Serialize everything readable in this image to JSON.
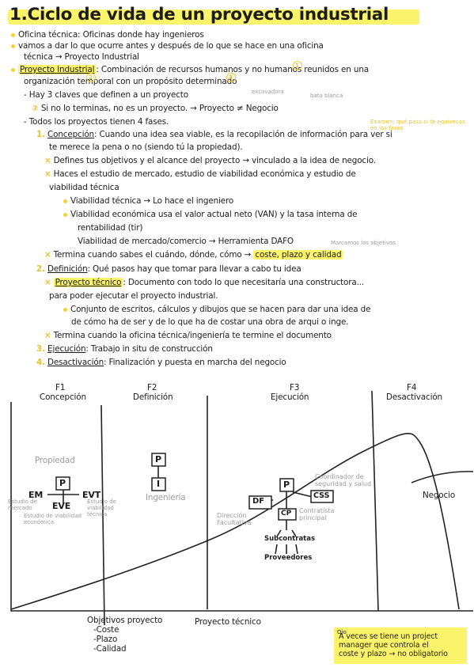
{
  "title": "1.Ciclo de vida de un proyecto industrial",
  "notes": {
    "l1": "Oficina técnica: Oficinas donde hay ingenieros",
    "l2": "vamos a dar lo que ocurre antes y después de lo que se hace en una oficina",
    "l3": "técnica → Proyecto Industrial",
    "l4a": "Proyecto Industrial",
    "l4b": ": Combinación de recursos humanos y no humanos reunidos en una",
    "l5": "organización temporal con un propósito determinado",
    "l6": "- Hay 3 claves que definen a un proyecto",
    "l6note1": "excavadora",
    "l6note2": "bata blanca",
    "l7": "Si no lo terminas, no es un proyecto. → Proyecto ≠ Negocio",
    "l8": "- Todos los proyectos tienen 4 fases.",
    "exam": "Examen: qué pasa si te equivocas en las fases",
    "c1a": "Concepción",
    "c1b": ": Cuando una idea sea viable, es la recopilación de información para ver si",
    "c2": "te merece la pena o no (siendo tú la propiedad).",
    "c3": "Defines tus objetivos y el alcance del proyecto → vinculado a la idea de negocio.",
    "c4": "Haces el estudio de mercado, estudio de viabilidad económica y estudio de",
    "c5": "viabilidad técnica",
    "c6": "Viabilidad técnica → Lo hace el ingeniero",
    "c7": "Viabilidad económica usa el valor actual neto (VAN) y la tasa interna de",
    "c8": "rentabilidad (tir)",
    "c9": "Viabilidad de mercado/comercio → Herramienta DAFO",
    "c9note": "Marcamos los objetivos",
    "c10": "Termina cuando sabes el cuándo, dónde, cómo →",
    "c10hl": "coste, plazo y calidad",
    "d1a": "Definición",
    "d1b": ": Qué pasos hay que tomar para llevar a cabo tu idea",
    "d2a": "Proyecto técnico",
    "d2b": ": Documento con todo lo que necesitaría una constructora...",
    "d3": "para poder ejecutar el proyecto industrial.",
    "d4": "Conjunto de escritos, cálculos y dibujos que se hacen para dar una idea de",
    "d5": "de cómo ha de ser y de lo que ha de costar una obra de arqui o inge.",
    "d6": "Termina cuando la oficina técnica/ingeniería te termine el documento",
    "e1a": "Ejecución",
    "e1b": ": Trabajo in situ de construcción",
    "f1a": "Desactivación",
    "f1b": ": Finalización y puesta en marcha del negocio",
    "n1": "1.",
    "n2": "2.",
    "n3": "3.",
    "n4": "4.",
    "c1": "1",
    "c2n": "2",
    "c3n": "3"
  },
  "diagram": {
    "phases": [
      {
        "code": "F1",
        "name": "Concepción"
      },
      {
        "code": "F2",
        "name": "Definición"
      },
      {
        "code": "F3",
        "name": "Ejecución"
      },
      {
        "code": "F4",
        "name": "Desactivación"
      }
    ],
    "f1": {
      "propiedad": "Propiedad",
      "p": "P",
      "em": "EM",
      "eve": "EVE",
      "evt": "EVT",
      "em_note": "Estudio de mercado",
      "eve_note": "Estudio de viabilidad económica",
      "evt_note": "Estudio de viabilidad técnica"
    },
    "f2": {
      "p": "P",
      "i": "I",
      "ing": "Ingeniería"
    },
    "f3": {
      "p": "P",
      "df": "DF",
      "cp": "CP",
      "css": "CSS",
      "coord": "Coordinador de seguridad y salud",
      "dirf": "Dirección Facultativa",
      "contr": "Contratista principal",
      "sub": "Subcontratas",
      "prov": "Proveedores"
    },
    "negocio": "Negocio",
    "bottom": {
      "obj": "Objetivos proyecto",
      "coste": "-Coste",
      "plazo": "-Plazo",
      "calidad": "-Calidad",
      "pt": "Proyecto técnico"
    },
    "note": {
      "oh": "Ojo",
      "l1": "A veces se tiene un project",
      "l2": "manager que controla el",
      "l3": "coste y plazo → no obligatorio"
    }
  }
}
